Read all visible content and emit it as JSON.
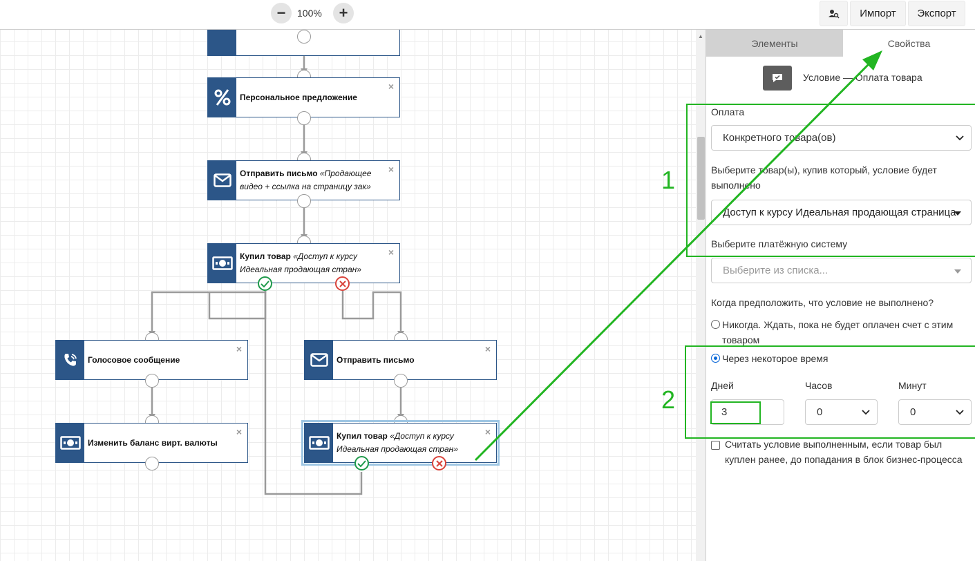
{
  "toolbar": {
    "zoom_out": "−",
    "zoom_value": "100%",
    "zoom_in": "+",
    "import_label": "Импорт",
    "export_label": "Экспорт"
  },
  "nodes": {
    "offer": {
      "title": "Персональное предложение",
      "icon": "percent-icon"
    },
    "email1": {
      "title": "Отправить письмо",
      "detail": "«Продающее видео + ссылка на страницу зак»",
      "icon": "envelope-icon"
    },
    "bought1": {
      "title": "Купил товар",
      "detail": "«Доступ к курсу Идеальная продающая стран»",
      "icon": "money-icon"
    },
    "voice": {
      "title": "Голосовое сообщение",
      "icon": "phone-icon"
    },
    "email2": {
      "title": "Отправить письмо",
      "icon": "envelope-icon"
    },
    "balance": {
      "title": "Изменить баланс вирт. валюты",
      "icon": "money-icon"
    },
    "bought2": {
      "title": "Купил товар",
      "detail": "«Доступ к курсу Идеальная продающая стран»",
      "icon": "money-icon"
    },
    "close": "×"
  },
  "panel": {
    "tabs": [
      "Элементы",
      "Свойства"
    ],
    "active_tab": "Свойства",
    "title": "Условие — Оплата товара",
    "payment_label": "Оплата",
    "payment_value": "Конкретного товара(ов)",
    "products_label": "Выберите товар(ы), купив который, условие будет выполнено",
    "products_value": "Доступ к курсу Идеальная продающая страница",
    "paysys_label": "Выберите платёжную систему",
    "paysys_placeholder": "Выберите из списка...",
    "when_label": "Когда предположить, что условие не выполнено?",
    "radio_never": "Никогда. Ждать, пока не будет оплачен счет с этим товаром",
    "radio_after": "Через некоторое время",
    "days_label": "Дней",
    "hours_label": "Часов",
    "minutes_label": "Минут",
    "days_value": "3",
    "hours_value": "0",
    "minutes_value": "0",
    "checkbox_label": "Считать условие выполненным, если товар был куплен ранее, до попадания в блок бизнес-процесса"
  },
  "annotations": {
    "box1_number": "1",
    "box2_number": "2"
  },
  "colors": {
    "node_blue": "#2c5688",
    "annotation_green": "#22b522",
    "yes_green": "#1f9a4b",
    "no_red": "#d9423a"
  }
}
